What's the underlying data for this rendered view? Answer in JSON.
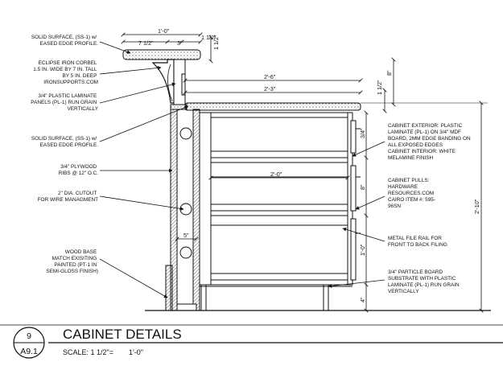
{
  "title": {
    "name": "CABINET DETAILS",
    "detail_number": "9",
    "sheet_number": "A9.1",
    "scale_label": "SCALE: 1 1/2\"=",
    "scale_value": "1'-0\""
  },
  "left_notes": [
    [
      "SOLID SURFACE, (SS-1) w/",
      "EASED EDGE PROFILE."
    ],
    [
      "ECLIPSE IRON CORBEL",
      "1.5 IN. WIDE BY 7 IN. TALL",
      "BY 5 IN. DEEP",
      "IRONSUPPORTS.COM"
    ],
    [
      "3/4\" PLASTIC LAMINATE",
      "PANELS (PL-1) RUN GRAIN",
      "VERTICALLY"
    ],
    [
      "SOLID SURFACE, (SS-1) w/",
      "EASED EDGE PROFILE."
    ],
    [
      "3/4\" PLYWOOD",
      "RIBS @ 12\" O.C."
    ],
    [
      "2\" DIA. CUTOUT",
      "FOR WIRE MANAGMENT"
    ],
    [
      "WOOD BASE",
      "MATCH EXISITING",
      "PAINTED (PT-1 IN",
      "SEMI-GLOSS FINISH)"
    ]
  ],
  "right_notes": [
    [
      "CABINET EXTERIOR: PLASTIC",
      "LAMINATE (PL-1) ON 3/4\" MDF",
      "BOARD, 2MM EDGE BANDING ON",
      "ALL EXPOSED EDGES",
      "CABINET INTERIOR:  WHITE",
      "MELAMINE FINISH"
    ],
    [
      "CABINET PULLS:",
      "HARDWARE",
      "RESOURCES.COM",
      "CAIRO ITEM #: 595-",
      "96SN"
    ],
    [
      "METAL FILE RAIL FOR",
      "FRONT TO BACK FILING"
    ],
    [
      "3/4\" PARTICLE BOARD",
      "SUBSTRATE WITH PLASTIC",
      "LAMINATE (PL-1) RUN GRAIN",
      "VERTICALLY"
    ]
  ],
  "dimensions": {
    "top_overall": "1'-0\"",
    "top_overhang": "7 1/2\"",
    "top_gap": "3\"",
    "top_right": "1 1/2\"",
    "top_thick": "1 1/2\"",
    "upper_height": "8\"",
    "counter_2_6": "2'-6\"",
    "counter_2_3": "2'-3\"",
    "counter_thick": "1 1/2\"",
    "drawer_width": "2'-0\"",
    "rib_depth": "5\"",
    "top_drawer": "3/4\"",
    "mid_drawer": "8\"",
    "file_drawer": "1'-0\"",
    "base_height": "4\"",
    "overall_height": "2'-10\""
  }
}
